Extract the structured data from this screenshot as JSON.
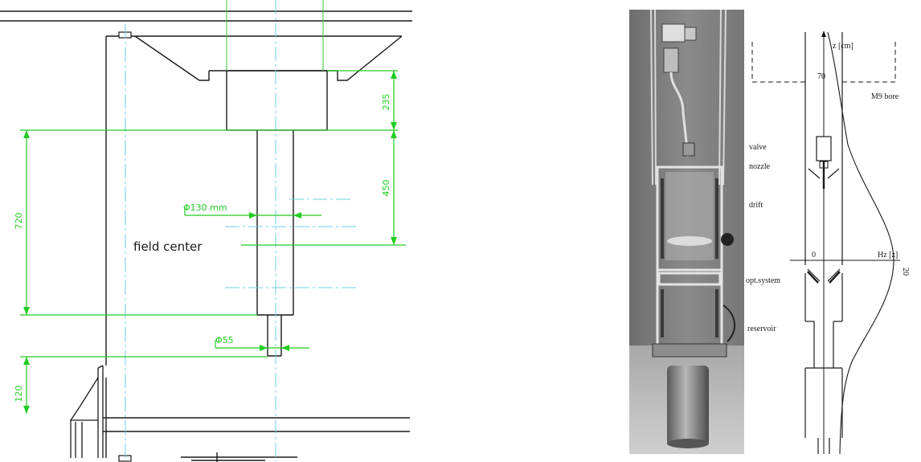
{
  "technical_drawing": {
    "field_center_label": "field center",
    "dimensions": {
      "d235": "235",
      "d450": "450",
      "d720": "720",
      "d120": "120",
      "diameter_130": "Φ130 mm",
      "diameter_55": "Φ55"
    }
  },
  "schematic": {
    "z_axis_label": "z [cm]",
    "z_top_value": "70",
    "origin_value": "0",
    "field_label": "Hz [z]",
    "field_max_value": "20",
    "bore_label": "M9 bore",
    "components": [
      "valve",
      "nozzle",
      "drift",
      "opt.system",
      "reservoir"
    ]
  },
  "colors": {
    "dimension_green": "#22cc22",
    "centerline_cyan": "#6fd0e0",
    "outline_black": "#1a1a1a",
    "construction_green": "#44cc44"
  }
}
